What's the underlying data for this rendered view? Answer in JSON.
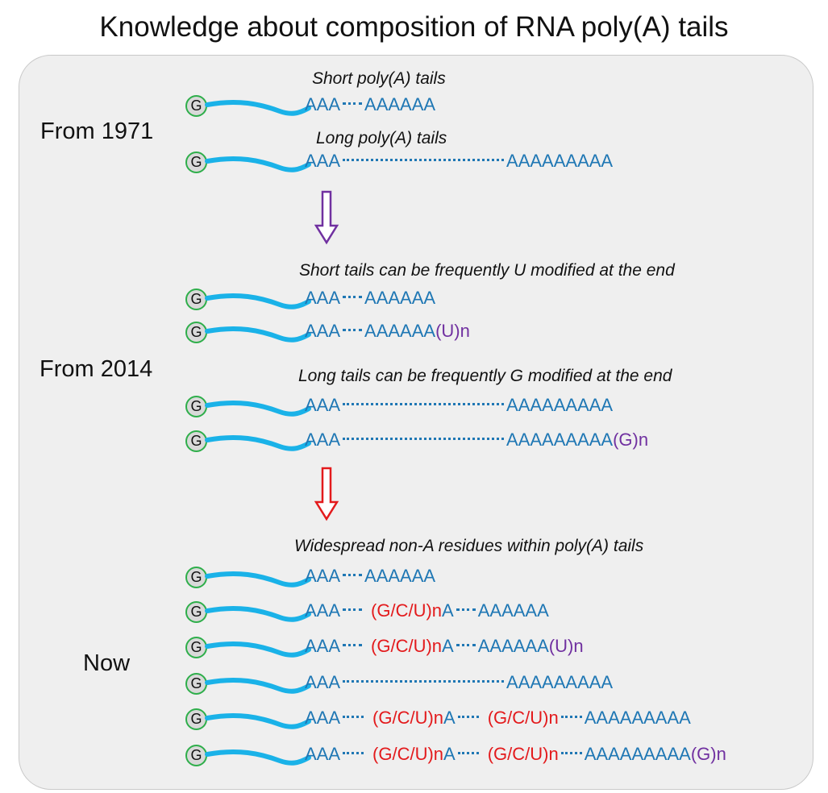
{
  "title": "Knowledge about composition of RNA poly(A) tails",
  "cap_label": "G",
  "colors": {
    "tail": "#1ab2e8",
    "A": "#1f77b4",
    "non_A": "#e31a1c",
    "end_mod": "#7030a0",
    "cap_ring": "#2eae4a",
    "arrow1": "#7030a0",
    "arrow2": "#e31a1c"
  },
  "eras": {
    "e1971": "From 1971",
    "e2014": "From 2014",
    "now": "Now"
  },
  "captions": {
    "short1971": "Short poly(A) tails",
    "long1971": "Long poly(A) tails",
    "umod": "Short tails can be frequently U modified at the end",
    "gmod": "Long tails can be frequently G modified at the end",
    "nonA": "Widespread non-A residues within poly(A) tails"
  },
  "tokens": {
    "aaa": "AAA",
    "a6": "AAAAAA",
    "a9": "AAAAAAAAA",
    "gcu": "(G/C/U)",
    "n": "n",
    "a": "A",
    "un": "(U)n",
    "gn": "(G)n"
  }
}
